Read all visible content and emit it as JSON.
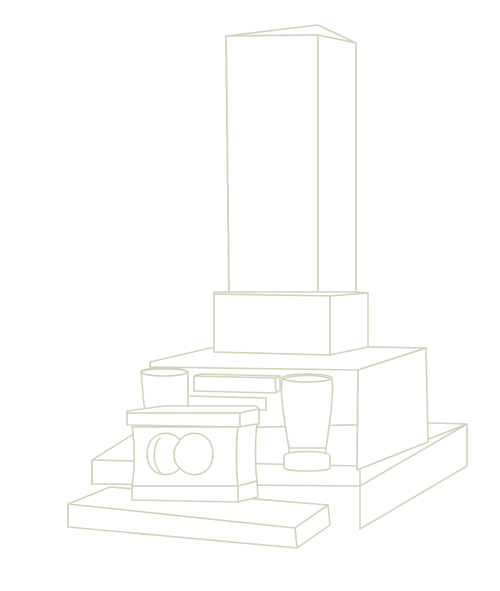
{
  "illustration": {
    "subject": "japanese-gravestone-line-drawing",
    "line_color": "#cfd4b8",
    "background_color": "#ffffff",
    "parts": [
      "upright-pillar",
      "pillar-base-block",
      "platform-block",
      "outer-foundation-step",
      "front-lower-step",
      "incense-offering-table",
      "flower-vase-left",
      "flower-vase-right",
      "water-basin"
    ]
  }
}
